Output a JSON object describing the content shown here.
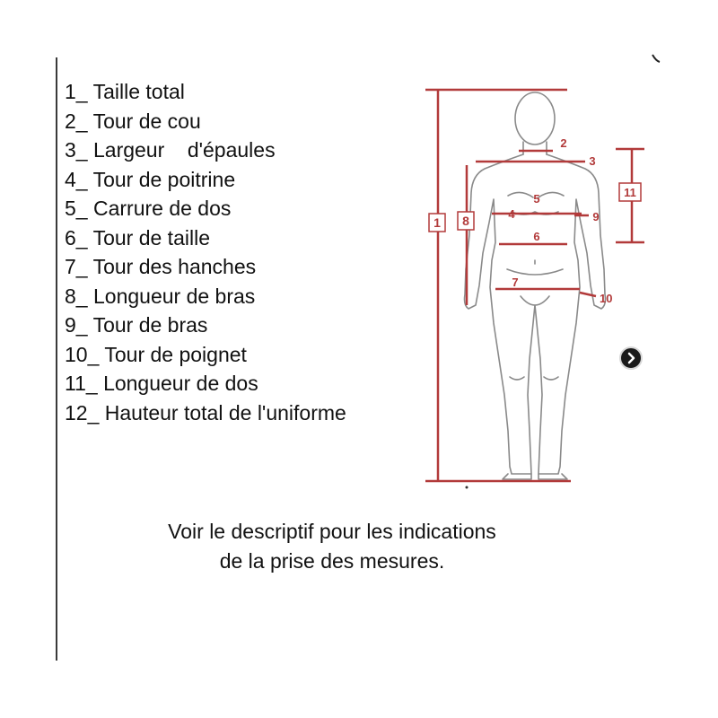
{
  "legend": [
    {
      "num": "1_",
      "label": "Taille total"
    },
    {
      "num": "2_",
      "label": "Tour de cou"
    },
    {
      "num": "3_",
      "label": "Largeur    d'épaules"
    },
    {
      "num": "4_",
      "label": "Tour de poitrine"
    },
    {
      "num": "5_",
      "label": "Carrure de dos"
    },
    {
      "num": "6_",
      "label": "Tour de taille"
    },
    {
      "num": "7_",
      "label": "Tour des hanches"
    },
    {
      "num": "8_",
      "label": "Longueur de bras"
    },
    {
      "num": "9_",
      "label": "Tour de bras"
    },
    {
      "num": "10_",
      "label": "Tour de poignet"
    },
    {
      "num": "11_",
      "label": "Longueur de dos"
    },
    {
      "num": "12_",
      "label": "Hauteur total de l'uniforme"
    }
  ],
  "figure_markers": {
    "m1": "1",
    "m2": "2",
    "m3": "3",
    "m4": "4",
    "m5": "5",
    "m6": "6",
    "m7": "7",
    "m8": "8",
    "m9": "9",
    "m10": "10",
    "m11": "11"
  },
  "caption": {
    "line1": "Voir le descriptif pour les indications",
    "line2": "de la prise des mesures."
  },
  "colors": {
    "measure": "#b23a3a",
    "outline": "#8a8a8a",
    "text": "#111111"
  },
  "icons": {
    "next": "chevron-right-icon"
  }
}
